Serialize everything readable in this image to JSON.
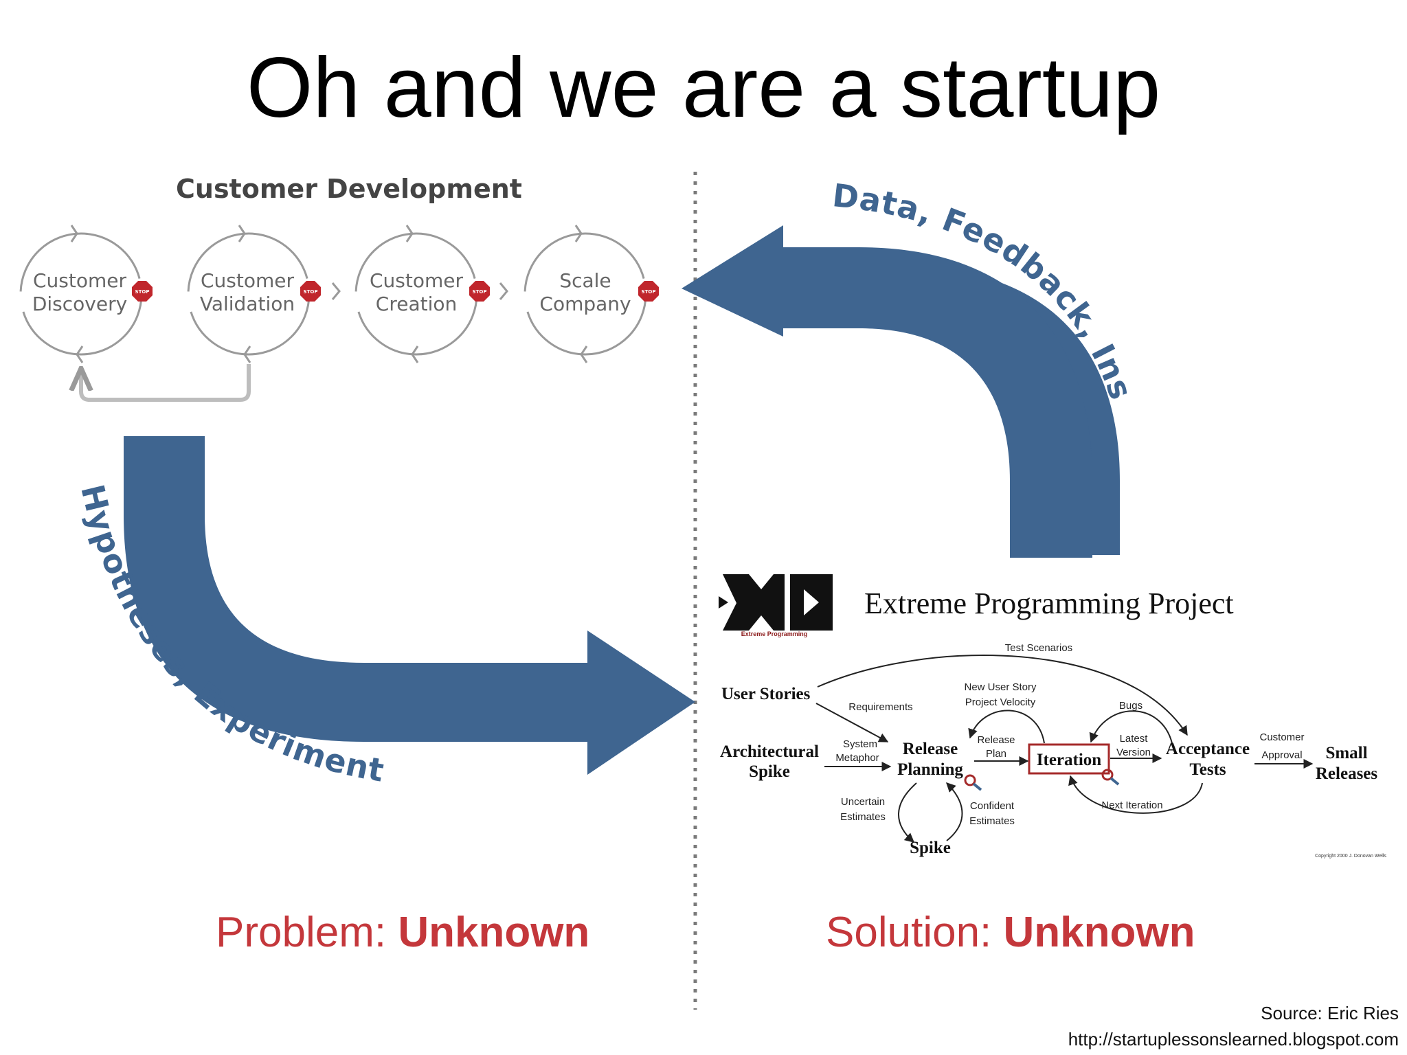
{
  "title": "Oh and we are a startup",
  "customer_development": {
    "heading": "Customer Development",
    "stages": [
      {
        "line1": "Customer",
        "line2": "Discovery"
      },
      {
        "line1": "Customer",
        "line2": "Validation"
      },
      {
        "line1": "Customer",
        "line2": "Creation"
      },
      {
        "line1": "Scale",
        "line2": "Company"
      }
    ],
    "stop_sign_text": "STOP"
  },
  "arrows": {
    "top_right": "Data, Feedback, Insights",
    "bottom_left": "Hypotheses, Experiments, Insights"
  },
  "xp": {
    "logo_caption": "Extreme Programming",
    "title": "Extreme Programming Project",
    "nodes": {
      "user_stories": "User Stories",
      "architectural": "Architectural",
      "spike_a": "Spike",
      "release": "Release",
      "planning": "Planning",
      "iteration": "Iteration",
      "acceptance": "Acceptance",
      "tests": "Tests",
      "small": "Small",
      "releases": "Releases",
      "spike_b": "Spike"
    },
    "edges": {
      "test_scenarios": "Test Scenarios",
      "requirements": "Requirements",
      "new_user_story": "New User Story",
      "project_velocity": "Project Velocity",
      "bugs": "Bugs",
      "system": "System",
      "metaphor": "Metaphor",
      "release_e": "Release",
      "plan": "Plan",
      "latest": "Latest",
      "version": "Version",
      "customer": "Customer",
      "approval": "Approval",
      "uncertain": "Uncertain",
      "estimates_a": "Estimates",
      "confident": "Confident",
      "estimates_b": "Estimates",
      "next_iteration": "Next Iteration"
    },
    "copyright": "Copyright 2000 J. Donovan Wells"
  },
  "problem": {
    "prefix": "Problem: ",
    "value": "Unknown"
  },
  "solution": {
    "prefix": "Solution: ",
    "value": "Unknown"
  },
  "source": {
    "line1": "Source: Eric Ries",
    "line2": "http://startuplessonslearned.blogspot.com"
  },
  "colors": {
    "arrow_blue": "#3f6590",
    "stop_red": "#c0262c",
    "unknown_red": "#c4373b",
    "loop_gray": "#9a9a9a"
  }
}
